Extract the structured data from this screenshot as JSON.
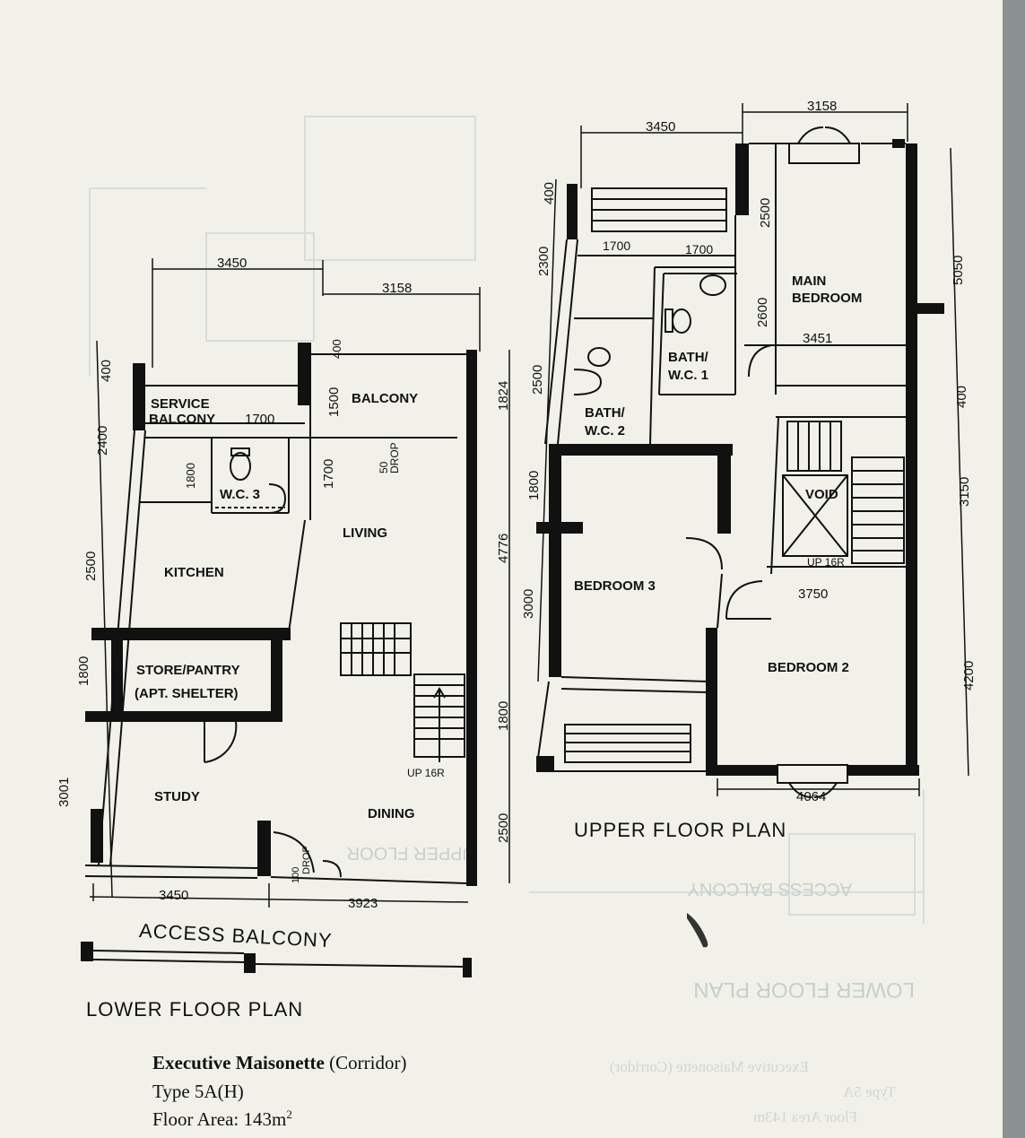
{
  "lower_plan": {
    "title": "LOWER FLOOR PLAN",
    "access_balcony": "ACCESS BALCONY",
    "rooms": {
      "service_balcony": [
        "SERVICE",
        "BALCONY"
      ],
      "wc3": "W.C. 3",
      "balcony": "BALCONY",
      "living": "LIVING",
      "kitchen": "KITCHEN",
      "store_pantry": [
        "STORE/PANTRY",
        "(APT. SHELTER)"
      ],
      "study": "STUDY",
      "dining": "DINING"
    },
    "notes": {
      "drop50": [
        "50",
        "DROP"
      ],
      "drop100": [
        "100",
        "DROP"
      ],
      "stairs_up": "UP  16R"
    },
    "dims": {
      "top_3450": "3450",
      "top_3158": "3158",
      "bottom_3450": "3450",
      "bottom_3923": "3923",
      "left_400": "400",
      "left_2400": "2400",
      "left_2500": "2500",
      "left_1800": "1800",
      "left_3001": "3001",
      "sb_1700": "1700",
      "wc_1800": "1800",
      "b_400": "400",
      "b_1500": "1500",
      "b_1700": "1700",
      "right_1824": "1824",
      "right_4776": "4776",
      "right_1800": "1800",
      "right_2500": "2500"
    }
  },
  "upper_plan": {
    "title": "UPPER FLOOR PLAN",
    "rooms": {
      "main_bedroom": [
        "MAIN",
        "BEDROOM"
      ],
      "bath1": [
        "BATH/",
        "W.C. 1"
      ],
      "bath2": [
        "BATH/",
        "W.C. 2"
      ],
      "void": "VOID",
      "bedroom3": "BEDROOM 3",
      "bedroom2": "BEDROOM 2"
    },
    "notes": {
      "stairs_up": "UP  16R"
    },
    "dims": {
      "top_3450": "3450",
      "top_3158": "3158",
      "d1700a": "1700",
      "d1700b": "1700",
      "left_400": "400",
      "left_2300": "2300",
      "left_2500": "2500",
      "left_1800": "1800",
      "left_3000": "3000",
      "in_2500": "2500",
      "in_2600": "2600",
      "d3451": "3451",
      "d3750": "3750",
      "bottom_4064": "4064",
      "right_5050": "5050",
      "right_400": "400",
      "right_3150": "3150",
      "right_4200": "4200"
    }
  },
  "caption": {
    "name": "Executive Maisonette",
    "variant": "(Corridor)",
    "type": "Type 5A(H)",
    "area_label": "Floor Area: 143m",
    "area_sup": "2"
  },
  "show_through": {
    "lower_plan": "LOWER FLOOR PLAN",
    "access_balcony": "ACCESS BALCONY",
    "upper_plan": "UPPER FLOOR",
    "caption_name": "Executive Maisonette (Corridor)",
    "caption_type": "Type 5A",
    "caption_area": "Floor Area 143m"
  }
}
